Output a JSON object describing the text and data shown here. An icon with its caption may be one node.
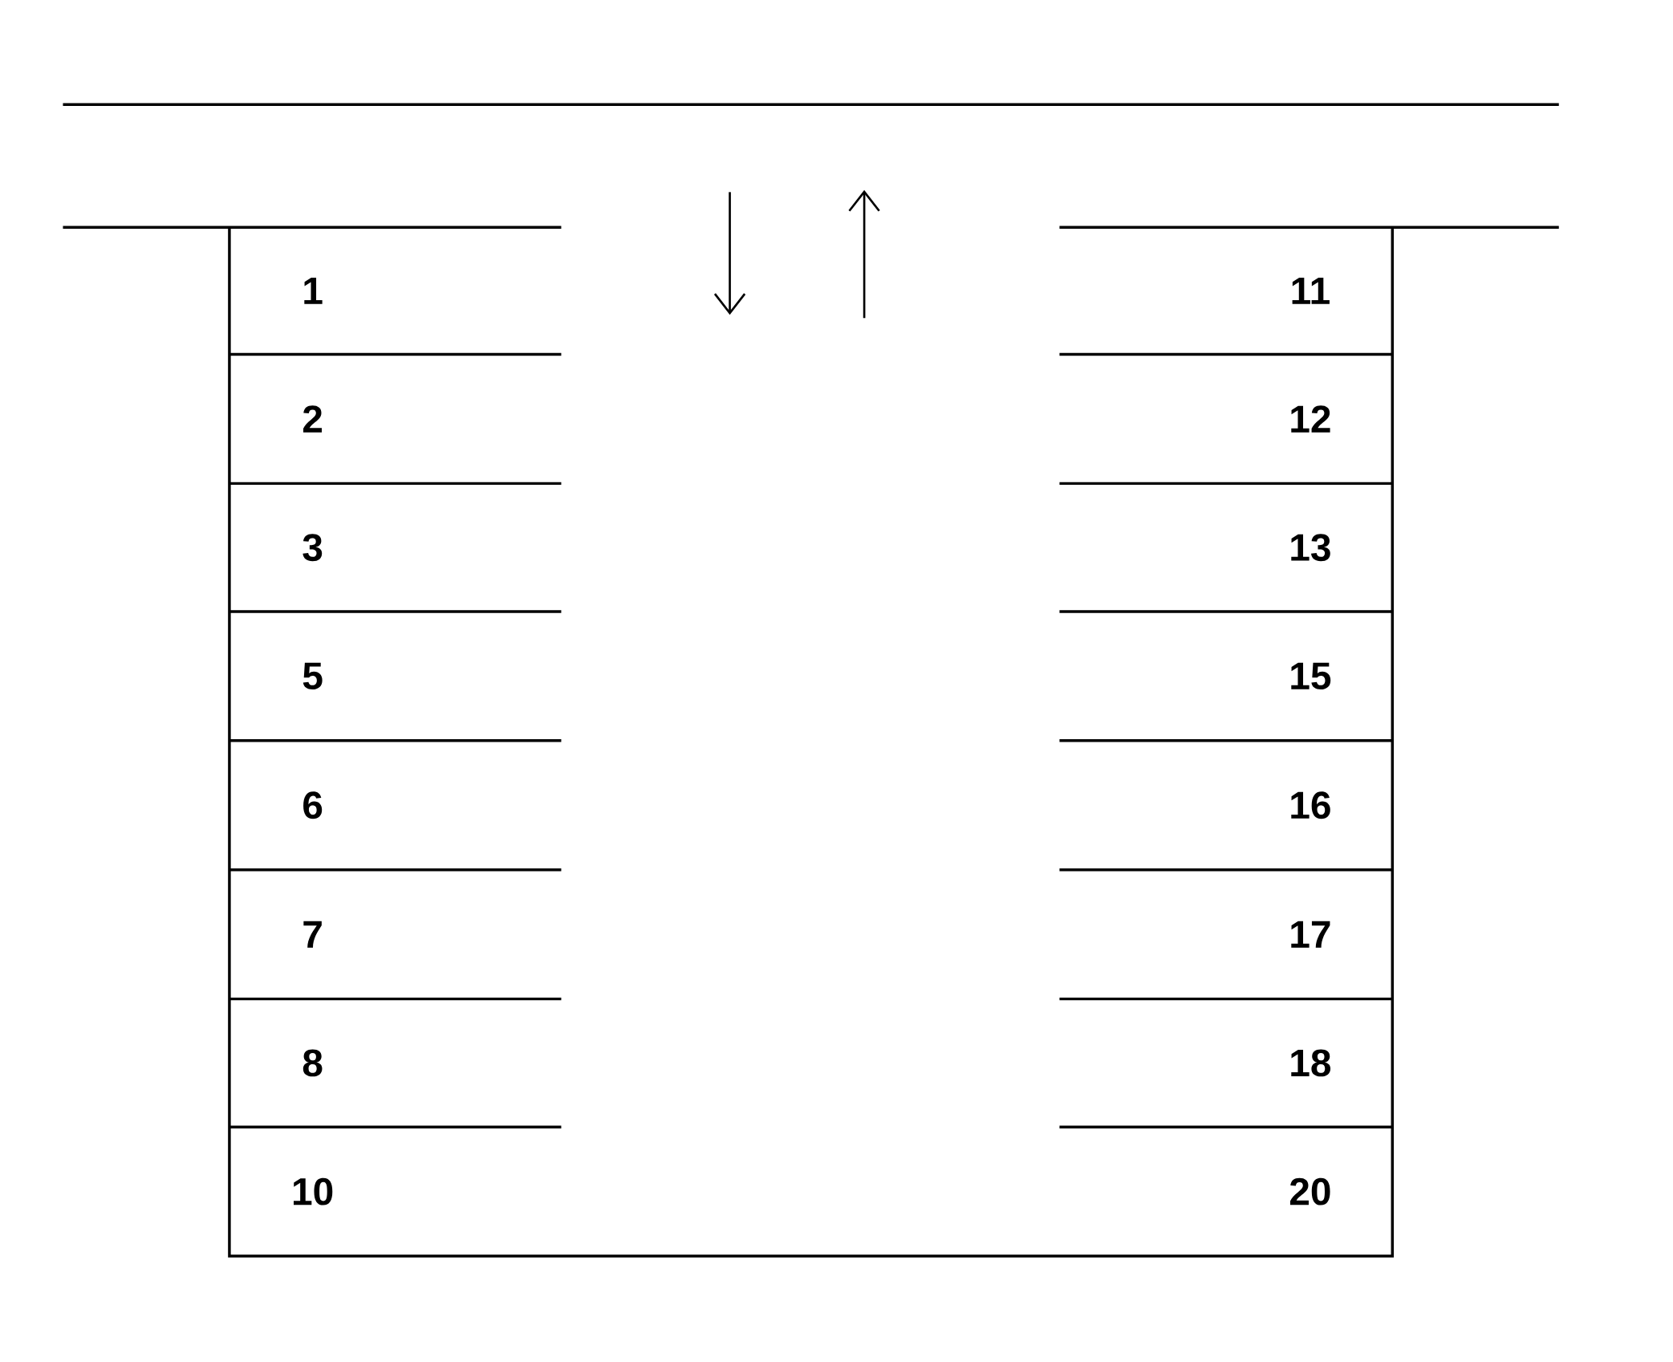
{
  "diagram": {
    "labels": [
      "1",
      "11",
      "2",
      "12",
      "3",
      "13",
      "5",
      "15",
      "6",
      "16",
      "7",
      "17",
      "8",
      "18",
      "10",
      "20"
    ]
  }
}
